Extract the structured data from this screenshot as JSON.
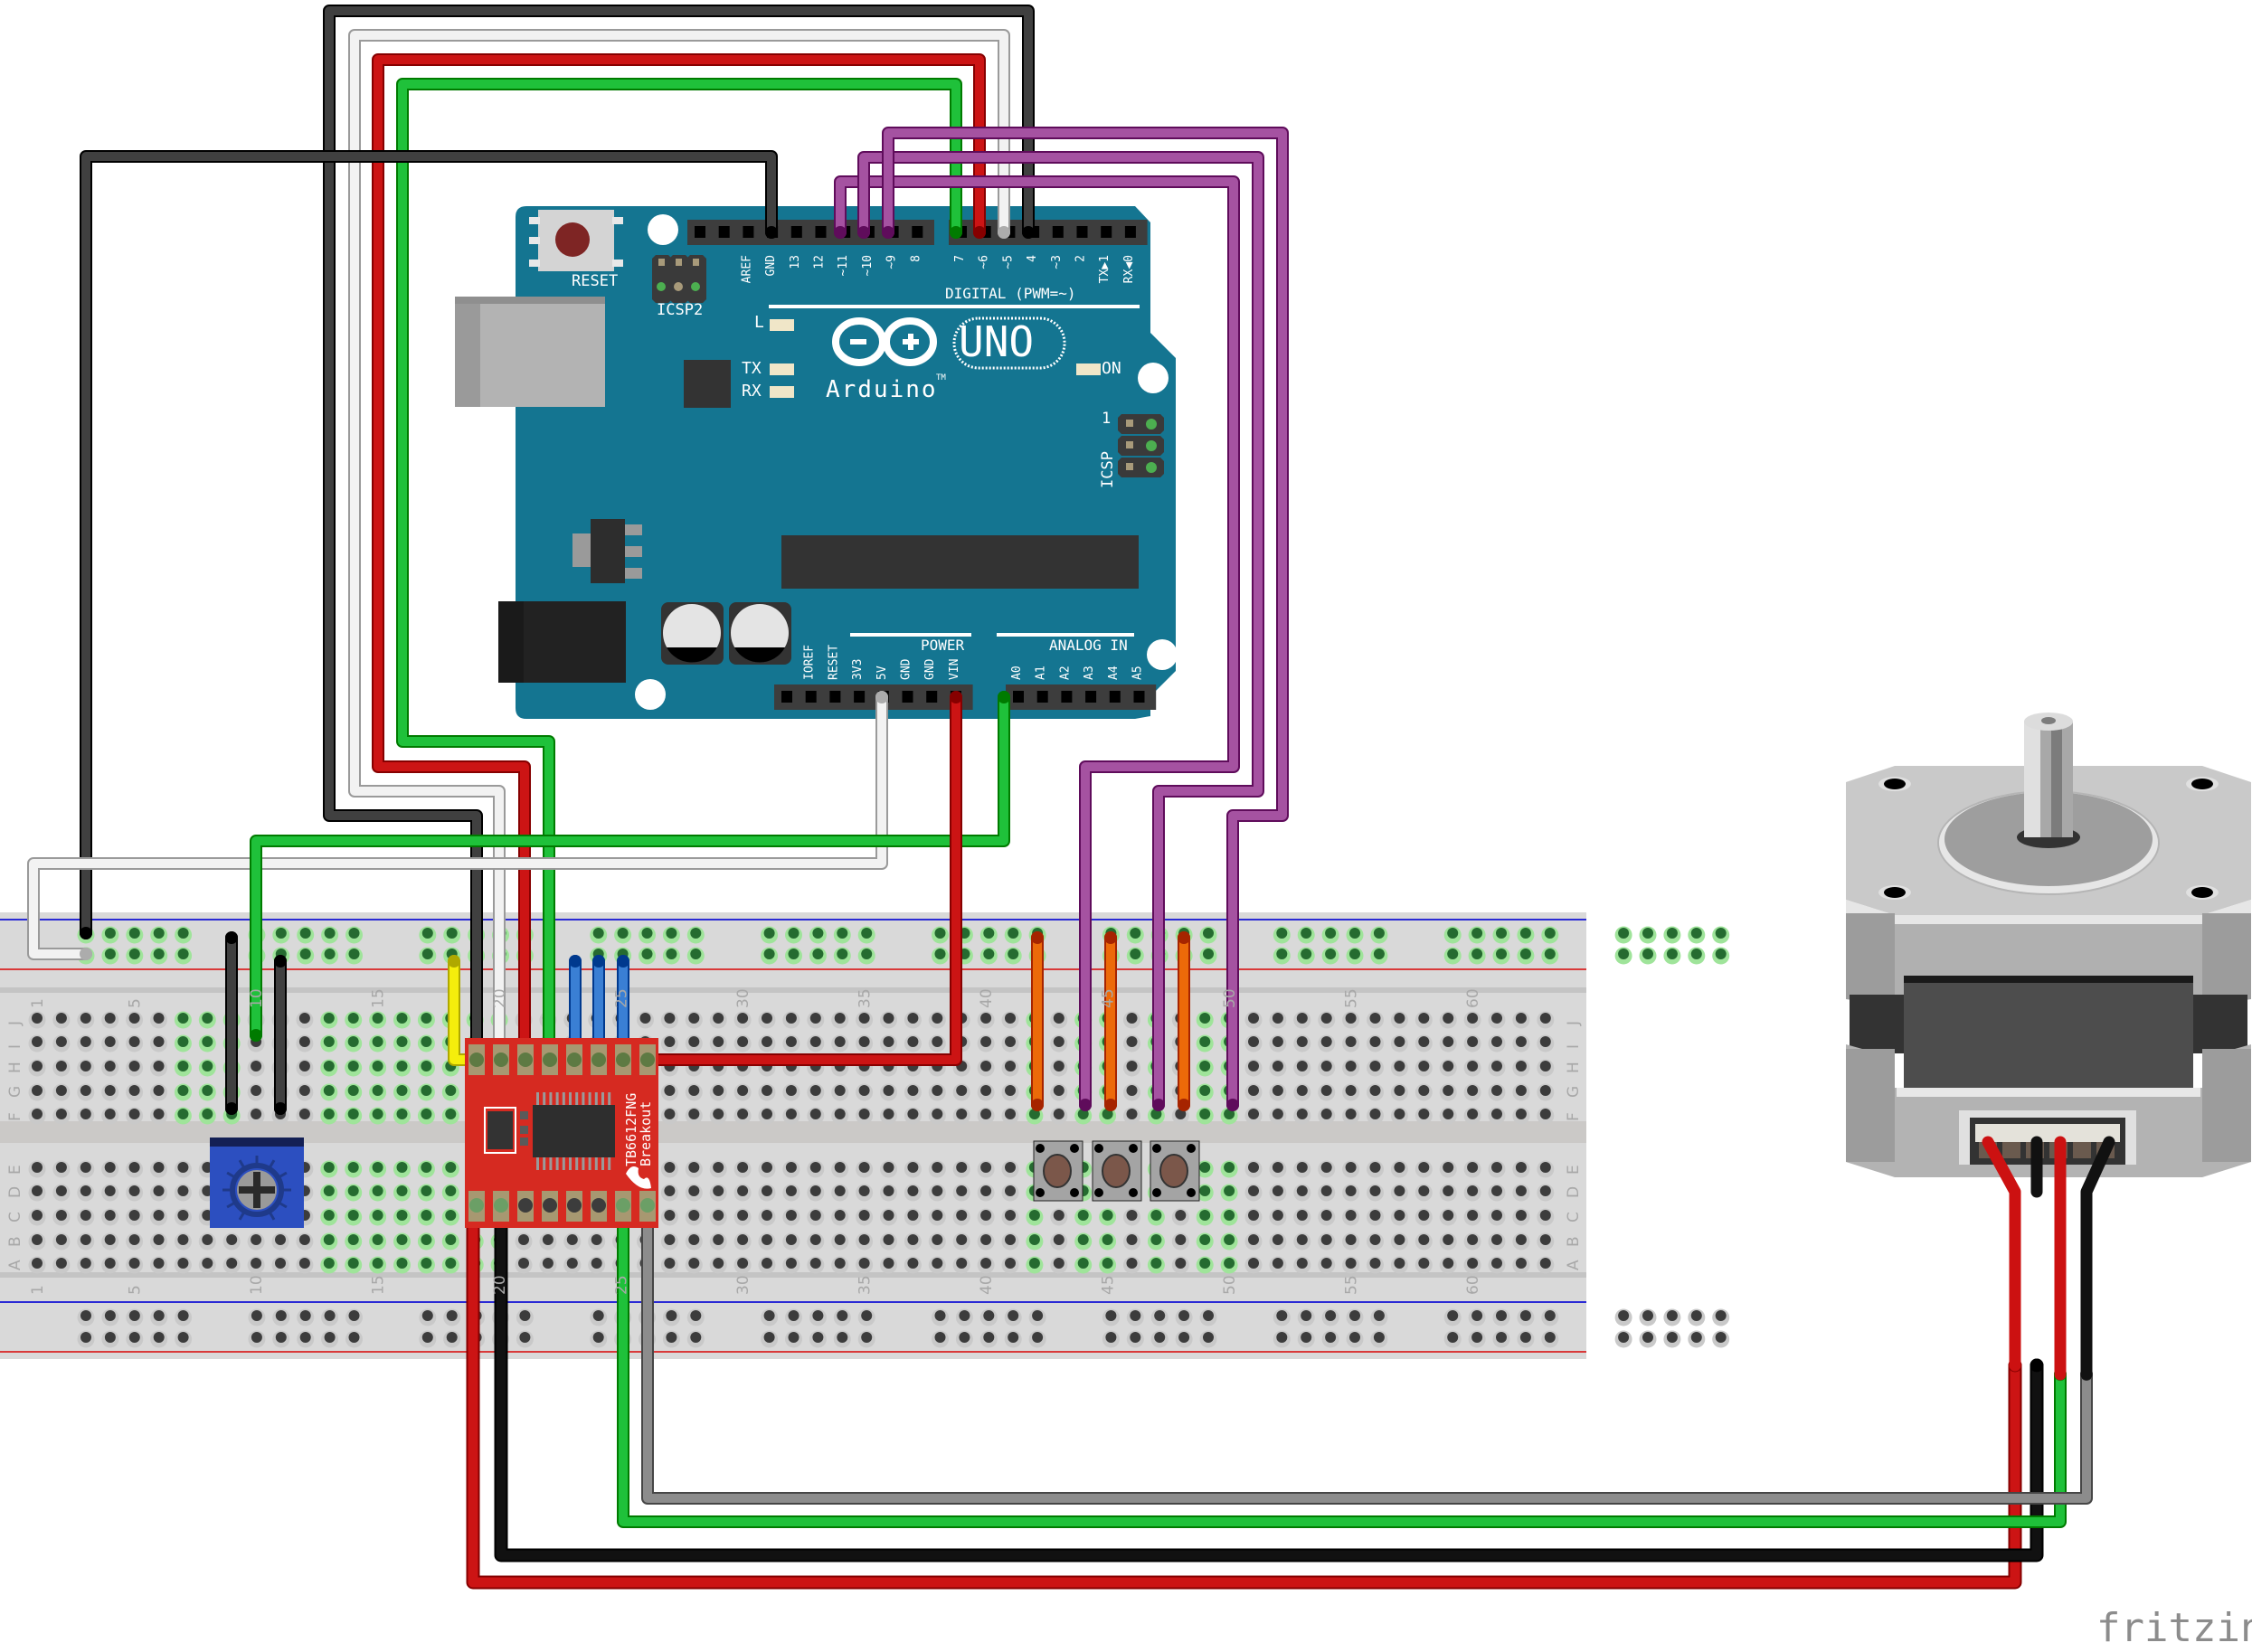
{
  "title": "Arduino Uno stepper motor circuit with TB6612FNG driver (breadboard view)",
  "watermark": "fritzing",
  "colors": {
    "board": "#147591",
    "breadboard": "#d9d9d9",
    "driver": "#d62a21",
    "wire_black": "#404040",
    "wire_white": "#f2f2f2",
    "wire_red": "#cc1414",
    "wire_green": "#1fc13a",
    "wire_purple": "#a552a1",
    "wire_orange": "#ec6a09",
    "wire_blue": "#3a7fd4",
    "wire_yellow": "#f5ee0c",
    "wire_gray": "#8c8c8c"
  },
  "arduino": {
    "name": "Arduino",
    "trademark": "TM",
    "model": "UNO",
    "reset_label": "RESET",
    "icsp2_label": "ICSP2",
    "icsp_label": "ICSP",
    "icsp_pin1": "1",
    "digital_label": "DIGITAL (PWM=~)",
    "power_label": "POWER",
    "analog_label": "ANALOG IN",
    "led_labels": [
      "L",
      "TX",
      "RX",
      "ON"
    ],
    "digital_pins": [
      "AREF",
      "GND",
      "13",
      "12",
      "~11",
      "~10",
      "~9",
      "8",
      "7",
      "~6",
      "~5",
      "4",
      "~3",
      "2",
      "TX▶1",
      "RX◀0"
    ],
    "power_pins": [
      "IOREF",
      "RESET",
      "3V3",
      "5V",
      "GND",
      "GND",
      "VIN"
    ],
    "analog_pins": [
      "A0",
      "A1",
      "A2",
      "A3",
      "A4",
      "A5"
    ]
  },
  "driver": {
    "label_line1": "TB6612FNG",
    "label_line2": "Breakout"
  },
  "breadboard": {
    "column_labels": [
      "1",
      "5",
      "10",
      "15",
      "20",
      "25",
      "30",
      "35",
      "40",
      "45",
      "50",
      "55",
      "60"
    ],
    "row_labels_top": [
      "J",
      "I",
      "H",
      "G",
      "F"
    ],
    "row_labels_bottom": [
      "E",
      "D",
      "C",
      "B",
      "A"
    ]
  },
  "components": [
    "Arduino UNO",
    "TB6612FNG Breakout",
    "Trimmer potentiometer",
    "Pushbutton 1",
    "Pushbutton 2",
    "Pushbutton 3",
    "Stepper motor",
    "Breadboard"
  ]
}
